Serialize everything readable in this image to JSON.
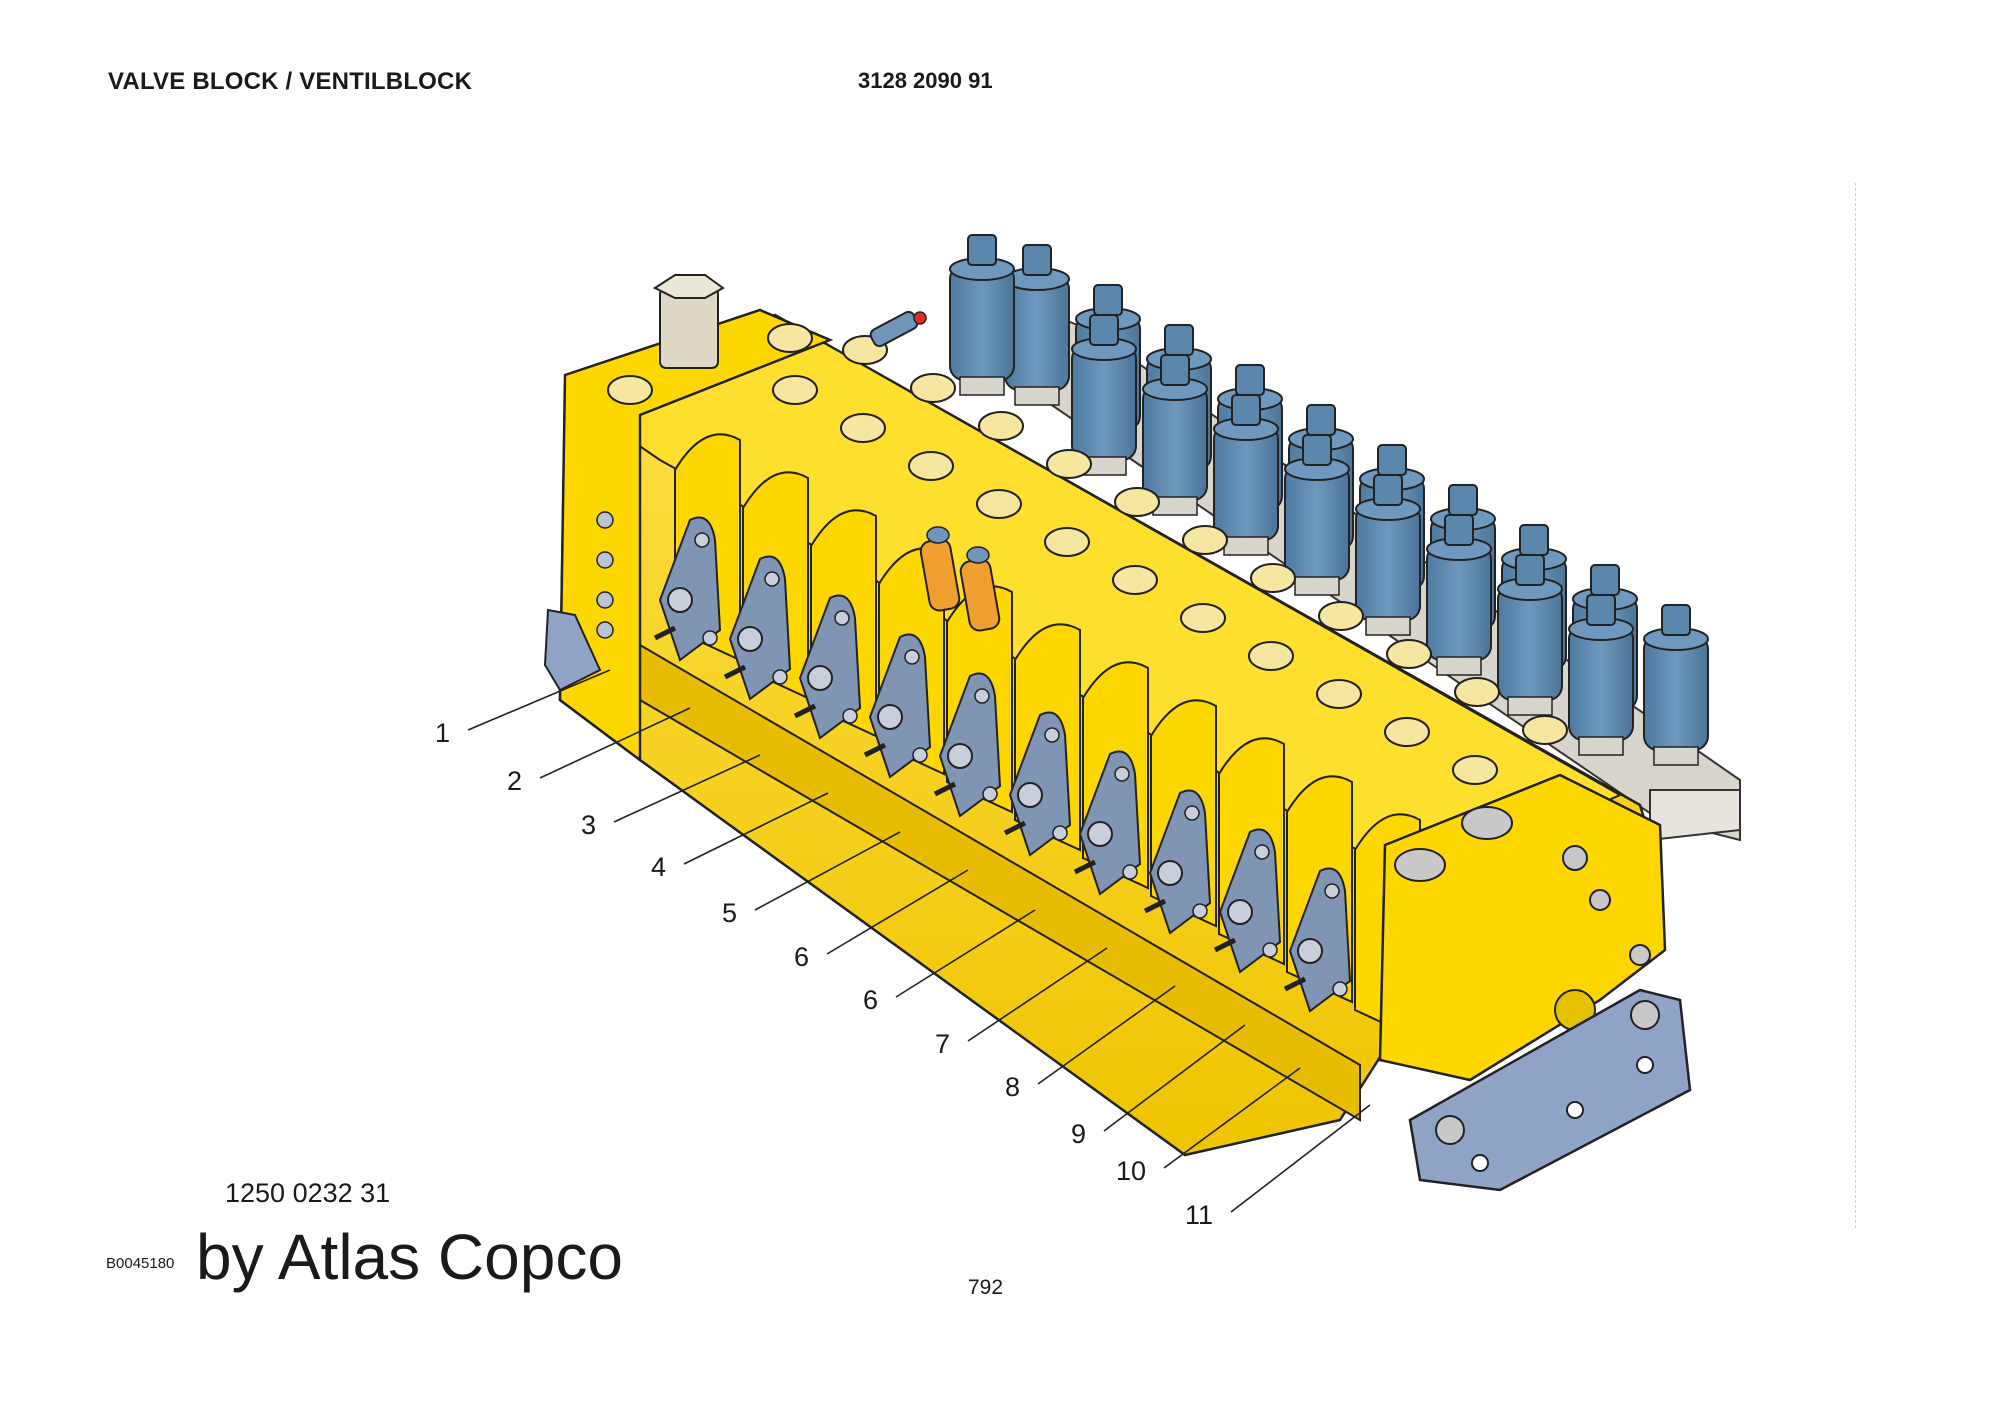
{
  "header": {
    "title": "VALVE BLOCK / VENTILBLOCK",
    "drawing_number": "3128 2090 91"
  },
  "footer": {
    "part_number": "1250 0232 31",
    "image_code": "B0045180",
    "brand": "by Atlas Copco",
    "page_number": "792"
  },
  "callouts": [
    "1",
    "2",
    "3",
    "4",
    "5",
    "6",
    "6",
    "7",
    "8",
    "9",
    "10",
    "11"
  ],
  "colors": {
    "valve_body": "#f6d300",
    "valve_shadow": "#d9a800",
    "solenoid": "#5b87ad",
    "actuator": "#7f95b3",
    "bracket": "#8fa3c7",
    "sensor_orange": "#f0a030"
  }
}
